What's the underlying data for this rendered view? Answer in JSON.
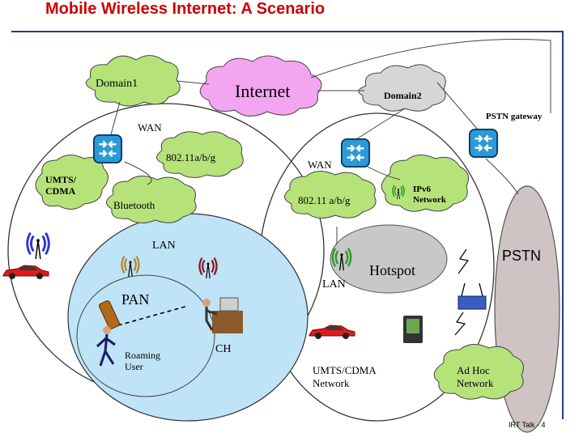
{
  "title": "Mobile Wireless Internet: A Scenario",
  "footer": "IRT Talk - 4",
  "labels": {
    "domain1": "Domain1",
    "internet": "Internet",
    "domain2": "Domain2",
    "pstn_gateway": "PSTN gateway",
    "wan_left": "WAN",
    "wan_right": "WAN",
    "wifi_left": "802.11a/b/g",
    "wifi_right": "802.11 a/b/g",
    "umts_cdma": "UMTS/ CDMA",
    "bluetooth": "Bluetooth",
    "ipv6_network": "IPv6 Network",
    "lan_left": "LAN",
    "lan_right": "LAN",
    "pstn": "PSTN",
    "hotspot": "Hotspot",
    "pan": "PAN",
    "ch": "CH",
    "roaming_user": "Roaming User",
    "umts_cdma_network": "UMTS/CDMA Network",
    "ad_hoc_network": "Ad Hoc Network"
  },
  "colors": {
    "title": "#cc0000",
    "rule": "#1f3f8f",
    "cloud_green": "#b6e27a",
    "cloud_pink": "#f3a6f0",
    "cloud_grey": "#d6d6d6",
    "router": "#2a9bd6",
    "lan_fill": "#bfe3f7",
    "pstn_fill": "#cfc3c3",
    "car": "#e01a1a"
  },
  "icons": [
    "router-icon",
    "antenna-icon",
    "car-icon",
    "laptop-icon",
    "pda-icon",
    "desk-user-icon",
    "walking-user-icon",
    "lightning-icon"
  ]
}
